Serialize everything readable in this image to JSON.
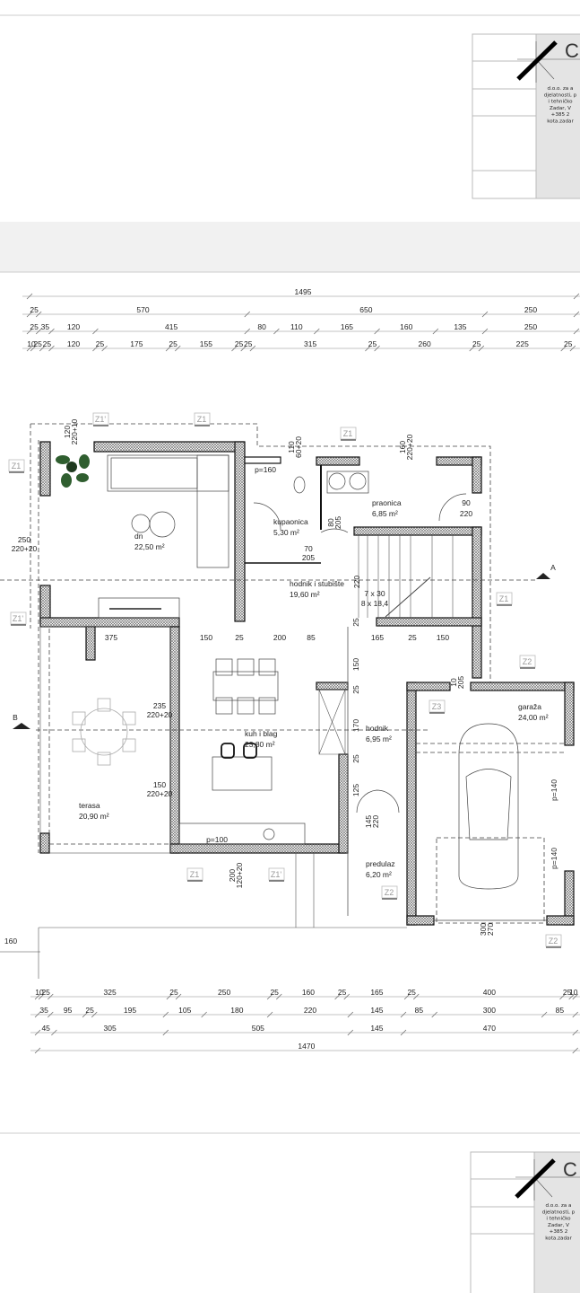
{
  "title_block": {
    "logo_letter": "C",
    "lines": [
      "d.o.o. za a",
      "djelatnosti, p",
      "i tehničko",
      "Zadar, V",
      "+385 2",
      "kota.zadar"
    ]
  },
  "dimensions": {
    "top": [
      [
        1495
      ],
      [
        25,
        570,
        650,
        250
      ],
      [
        25,
        35,
        120,
        415,
        80,
        110,
        165,
        160,
        135,
        250
      ],
      [
        10,
        25,
        25,
        120,
        25,
        175,
        25,
        155,
        25,
        25,
        315,
        25,
        260,
        25,
        225,
        25
      ]
    ],
    "bottom": [
      [
        10,
        25,
        325,
        25,
        250,
        25,
        160,
        25,
        165,
        25,
        400,
        25,
        10
      ],
      [
        35,
        95,
        25,
        195,
        105,
        180,
        220,
        145,
        85,
        300,
        85
      ],
      [
        45,
        305,
        505,
        145,
        470
      ],
      [
        1470
      ]
    ],
    "unit": "cm"
  },
  "rooms": [
    {
      "name": "dn",
      "area": "22,50 m²"
    },
    {
      "name": "kupaonica",
      "area": "5,30 m²"
    },
    {
      "name": "praonica",
      "area": "6,85 m²"
    },
    {
      "name": "hodnik i stubište",
      "area": "19,60 m²"
    },
    {
      "name": "kuh i blag",
      "area": "23,80 m²"
    },
    {
      "name": "hodnik",
      "area": "6,95 m²"
    },
    {
      "name": "garaža",
      "area": "24,00 m²"
    },
    {
      "name": "terasa",
      "area": "20,90 m²"
    },
    {
      "name": "predulaz",
      "area": "6,20 m²"
    }
  ],
  "tags": [
    "Z1'",
    "Z1",
    "Z1",
    "Z1",
    "Z1'",
    "Z1",
    "Z2",
    "Z3",
    "Z1",
    "Z1'",
    "Z2",
    "Z2"
  ],
  "sections": [
    "A",
    "B"
  ],
  "annotations": [
    "250",
    "220+20",
    "235",
    "220+20",
    "150",
    "220+20",
    "375",
    "150",
    "25",
    "200",
    "85",
    "165",
    "25",
    "150",
    "90",
    "220",
    "70",
    "205",
    "80",
    "205",
    "p=160",
    "p=100",
    "7 x 30",
    "8 x 18,4",
    "220",
    "25",
    "145",
    "220",
    "p=140",
    "p=140",
    "160",
    "150",
    "25",
    "170",
    "25",
    "125",
    "110",
    "60+20",
    "160",
    "220+20",
    "120",
    "220+10",
    "200",
    "120+20",
    "300",
    "270",
    "10",
    "205"
  ]
}
